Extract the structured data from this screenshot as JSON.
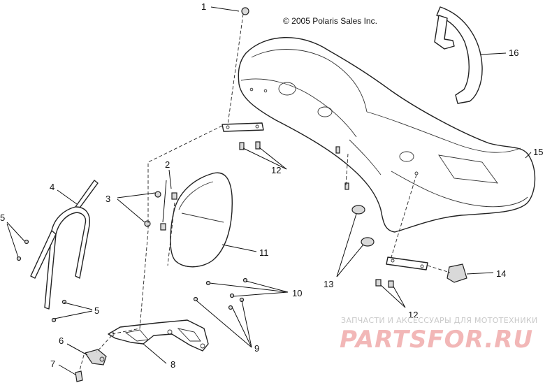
{
  "diagram": {
    "copyright": "© 2005 Polaris Sales Inc.",
    "callouts": [
      "1",
      "2",
      "3",
      "4",
      "5",
      "5",
      "6",
      "7",
      "8",
      "9",
      "10",
      "11",
      "12",
      "12",
      "13",
      "14",
      "15",
      "16"
    ]
  },
  "watermark": {
    "subtitle": "ЗАПЧАСТИ И АКСЕССУАРЫ ДЛЯ МОТОТЕХНИКИ",
    "logo": "PARTSFOR.RU"
  }
}
